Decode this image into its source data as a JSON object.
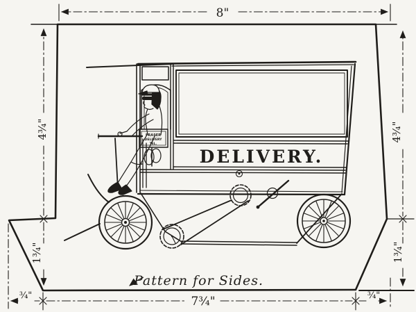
{
  "colors": {
    "ink": "#1f1d1a",
    "paper": "#f6f5f1"
  },
  "figure": {
    "caption": "Pattern for Sides.",
    "wagon": {
      "side_text": "DELIVERY.",
      "door_sign": {
        "line1": "FRASER",
        "line2": "DELIVERY",
        "line3": "TEL."
      }
    },
    "dimensions": {
      "top_width": "8\"",
      "left_upper_height": "4¾\"",
      "left_lower_height": "1¾\"",
      "right_upper_height": "4¾\"",
      "right_lower_height": "1¾\"",
      "bottom_left_offset": "¾\"",
      "bottom_width": "7¾\"",
      "bottom_right_offset": "¾\""
    }
  }
}
